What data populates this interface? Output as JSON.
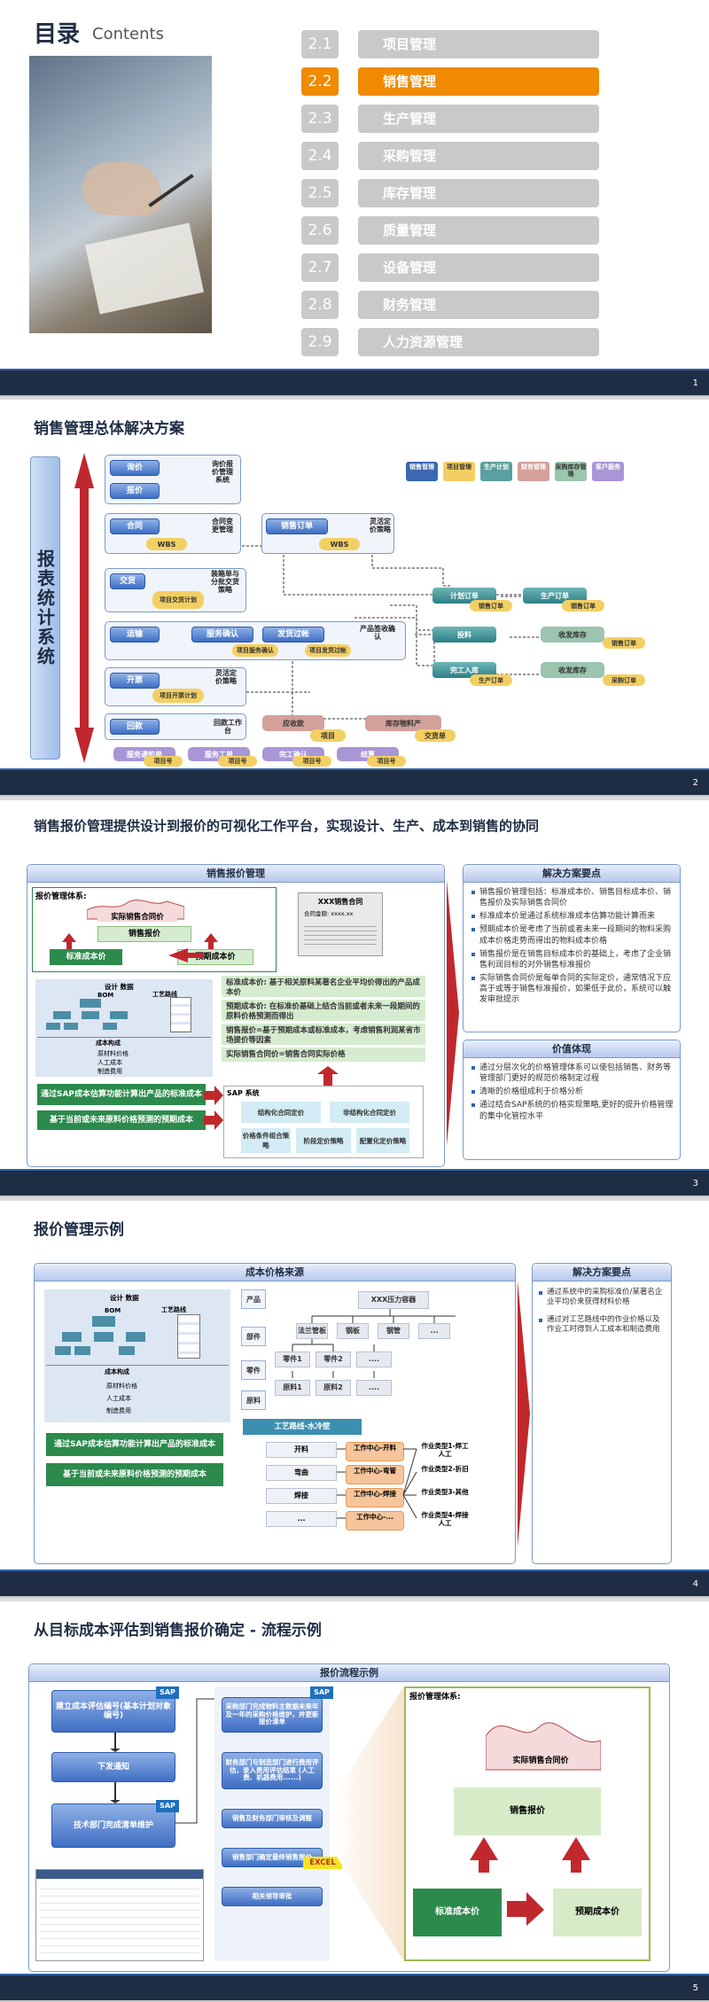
{
  "slide1": {
    "title": "目录",
    "subtitle": "Contents",
    "page": "1",
    "items": [
      {
        "num": "2.1",
        "label": "项目管理"
      },
      {
        "num": "2.2",
        "label": "销售管理"
      },
      {
        "num": "2.3",
        "label": "生产管理"
      },
      {
        "num": "2.4",
        "label": "采购管理"
      },
      {
        "num": "2.5",
        "label": "库存管理"
      },
      {
        "num": "2.6",
        "label": "质量管理"
      },
      {
        "num": "2.7",
        "label": "设备管理"
      },
      {
        "num": "2.8",
        "label": "财务管理"
      },
      {
        "num": "2.9",
        "label": "人力资源管理"
      }
    ],
    "active_index": 1,
    "colors": {
      "active": "#f08a00",
      "inactive": "#c9c9c9"
    }
  },
  "slide2": {
    "title": "销售管理总体解决方案",
    "page": "2",
    "side_label": "报表统计系统",
    "legend": [
      "销售管理",
      "项目管理",
      "生产计划",
      "财务管理",
      "采购库存管理",
      "客户服务"
    ],
    "legend_colors": [
      "#3a67b0",
      "#f3cf63",
      "#5aa0a0",
      "#d4a09a",
      "#9bc5ae",
      "#a996d6"
    ],
    "flow": {
      "inquiry": "询价",
      "quote": "报价",
      "inquiry_note": "询价报价管理系统",
      "contract": "合同",
      "contract_note": "合同变更管理",
      "wbs1": "WBS",
      "sales_order": "销售订单",
      "wbs2": "WBS",
      "flex_price": "灵活定价策略",
      "delivery": "交货",
      "delivery_note": "装箱单与分批交货策略",
      "proj_plan1": "项目交货计划",
      "transport": "运输",
      "service_confirm": "服务确认",
      "proj_service": "项目服务确认",
      "ship_post": "发货过帐",
      "proj_ship": "项目发货过帐",
      "product_sign": "产品签收确认",
      "invoice": "开票",
      "proj_invoice": "项目开票计划",
      "flex_price2": "灵活定价策略",
      "payment": "回款",
      "payment_note": "回款工作台",
      "receivable": "应收款",
      "receivable_proj": "项目",
      "inventory": "库存物料产",
      "inventory_proj": "交货单",
      "service_report": "服务通知单",
      "service_ticket": "服务工单",
      "completion": "完工确认",
      "settle": "结算",
      "proj_no1": "项目号",
      "proj_no2": "项目号",
      "proj_no3": "项目号",
      "proj_no4": "项目号",
      "plan_order": "计划订单",
      "prod_order": "生产订单",
      "sales_order2": "销售订单",
      "receipt_stock": "收发库存",
      "purchase": "投料",
      "complete_stock": "完工入库",
      "receipt2": "收发库存",
      "sales_order3": "销售订单",
      "sales_order4": "销售订单",
      "prod_order2": "生产订单",
      "pur_order": "采购订单"
    }
  },
  "slide3": {
    "title": "销售报价管理提供设计到报价的可视化工作平台，实现设计、生产、成本到销售的协同",
    "page": "3",
    "panel": "销售报价管理",
    "system": "报价管理体系:",
    "actual": "实际销售合同价",
    "quote": "销售报价",
    "std": "标准成本价",
    "pre": "预期成本价",
    "contract": "XXX销售合同",
    "contract_amt": "合同金额: xxxx.xx",
    "design": "设计 数据",
    "bom": "BOM",
    "route": "工艺路线",
    "cost": "成本构成",
    "cost_items": [
      "原材料价格",
      "人工成本",
      "制造费用"
    ],
    "green1": "通过SAP成本估算功能计算出产品的标准成本",
    "green2": "基于当前或未来原料价格预测的预期成本",
    "notes": [
      "标准成本价: 基于相关原料某著名企业平均价得出的产品成本价",
      "预期成本价: 在标准价基础上结合当前或者未来一段期间的原料价格预测而得出",
      "销售报价=基于预期成本或标准成本，考虑销售利润某省市场提价等因素",
      "实际销售合同价=销售合同实际价格"
    ],
    "sap": "SAP 系统",
    "sap_items": [
      "结构化合同定价",
      "非结构化合同定价",
      "价格条件组合策略",
      "阶段定价策略",
      "配置化定价策略"
    ],
    "right1": "解决方案要点",
    "right1_items": [
      "销售报价管理包括：标准成本价、销售目标成本价、销售报价及实际销售合同价",
      "标准成本价是通过系统标准成本估算功能计算而来",
      "预期成本价是考虑了当前或者未来一段期间的物料采购成本价格走势而得出的物料成本价格",
      "销售报价是在销售目标成本价的基础上，考虑了企业销售利润目标的对外销售标准报价",
      "实际销售合同价是每单合同的实际定价，通常情况下应高于或等于销售标准报价，如果低于此价，系统可以触发审批提示"
    ],
    "right2": "价值体现",
    "right2_items": [
      "通过分层次化的价格管理体系可以使包括销售、财务等管理部门更好的规范价格制定过程",
      "清晰的价格组成利于价格分析",
      "通过结合SAP系统的价格实现策略,更好的提升价格管理的集中化管控水平"
    ]
  },
  "slide4": {
    "title": "报价管理示例",
    "page": "4",
    "panel": "成本价格来源",
    "design": "设计 数据",
    "bom": "BOM",
    "route": "工艺路线",
    "cost": "成本构成",
    "cost_items": [
      "原材料价格",
      "人工成本",
      "制造费用"
    ],
    "green1": "通过SAP成本估算功能计算出产品的标准成本",
    "green2": "基于当前或未来原料价格预测的预期成本",
    "side": [
      "产品",
      "部件",
      "零件",
      "原料"
    ],
    "product": "XXX压力容器",
    "parts": [
      "法兰管板",
      "钢板",
      "钢管",
      "..."
    ],
    "components": [
      "零件1",
      "零件2",
      "...."
    ],
    "materials": [
      "原料1",
      "原料2",
      "...."
    ],
    "route_title": "工艺路线-水冷壁",
    "steps": [
      "开料",
      "弯曲",
      "焊接",
      "..."
    ],
    "centers": [
      "工作中心-开料",
      "工作中心-弯管",
      "工作中心-焊接",
      "工作中心-..."
    ],
    "jobs": [
      "作业类型1-焊工人工",
      "作业类型2-折旧",
      "作业类型3-其他",
      "作业类型4-焊接人工"
    ],
    "right": "解决方案要点",
    "right_items": [
      "通过系统中的采购标准价/某著名企业平均价来获得材料价格",
      "通过对工艺路线中的作业价格以及作业工时得到人工成本和制造费用"
    ]
  },
  "slide5": {
    "title": "从目标成本评估到销售报价确定 - 流程示例",
    "page": "5",
    "panel": "报价流程示例",
    "left_steps": [
      "建立成本评估编号(基本计划对象编号)",
      "下发通知",
      "技术部门完成清单维护"
    ],
    "sap": "SAP",
    "mid_steps": [
      "采购部门完成物料主数据未来年及一年的采购价格维护，并更新报价清单",
      "财务部门与制造部门进行费用评估，录入费用评估结果 (人工费、机器费用......)",
      "销售及财务部门审核及调整",
      "销售部门确定最终销售报价",
      "相关领导审批"
    ],
    "excel": "EXCEL",
    "system": "报价管理体系:",
    "actual": "实际销售合同价",
    "quote": "销售报价",
    "std": "标准成本价",
    "pre": "预期成本价"
  }
}
